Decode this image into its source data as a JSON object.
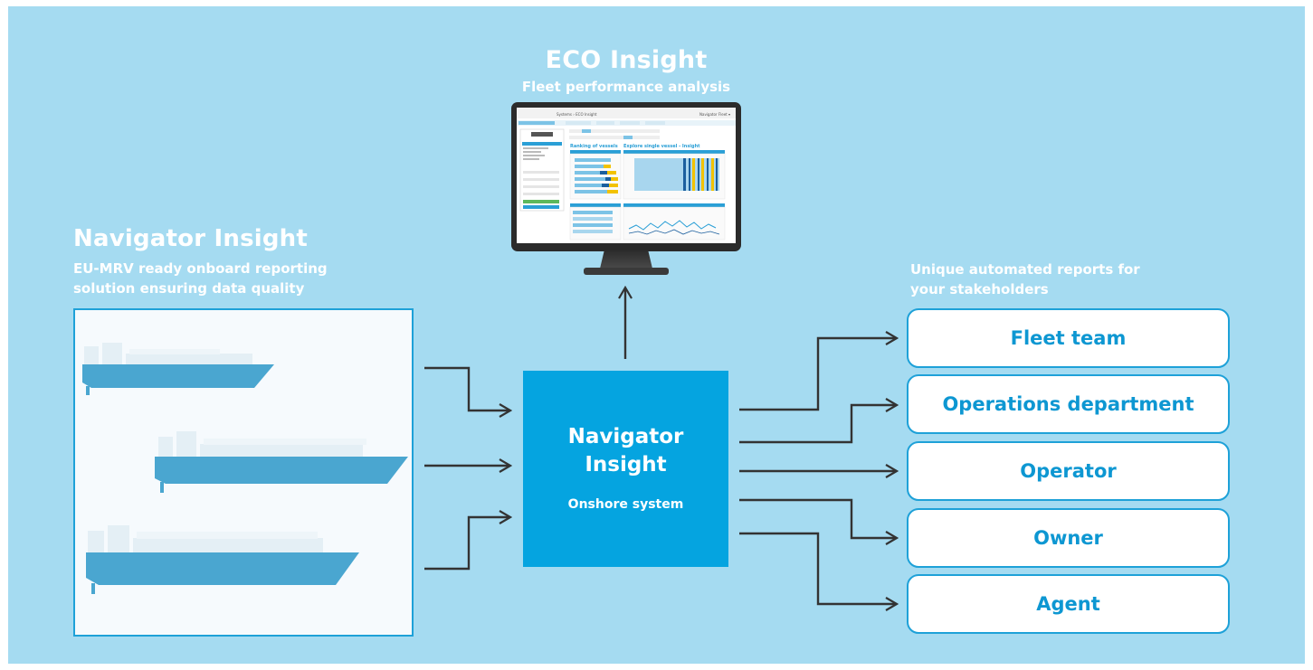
{
  "eco": {
    "title": "ECO Insight",
    "subtitle": "Fleet performance analysis"
  },
  "navigator_onboard": {
    "title": "Navigator Insight",
    "subtitle_line1": "EU-MRV ready onboard reporting",
    "subtitle_line2": "solution ensuring data quality"
  },
  "onshore": {
    "title_line1": "Navigator",
    "title_line2": "Insight",
    "subtitle": "Onshore system"
  },
  "reports": {
    "heading_line1": "Unique automated reports for",
    "heading_line2": "your stakeholders",
    "items": [
      "Fleet team",
      "Operations department",
      "Operator",
      "Owner",
      "Agent"
    ]
  },
  "monitor_screen": {
    "breadcrumb": "Systems › ECO Insight",
    "user": "Navigator Fleet ▾",
    "left_heading": "Ranking of vessels",
    "right_heading": "Explore single vessel - Insight"
  },
  "colors": {
    "background": "#a5dbf1",
    "accent": "#05a4e0",
    "box_border": "#1ea1d8",
    "report_text": "#0d97d2",
    "ship_hull": "#4aa6d0",
    "arrow": "#333333"
  }
}
